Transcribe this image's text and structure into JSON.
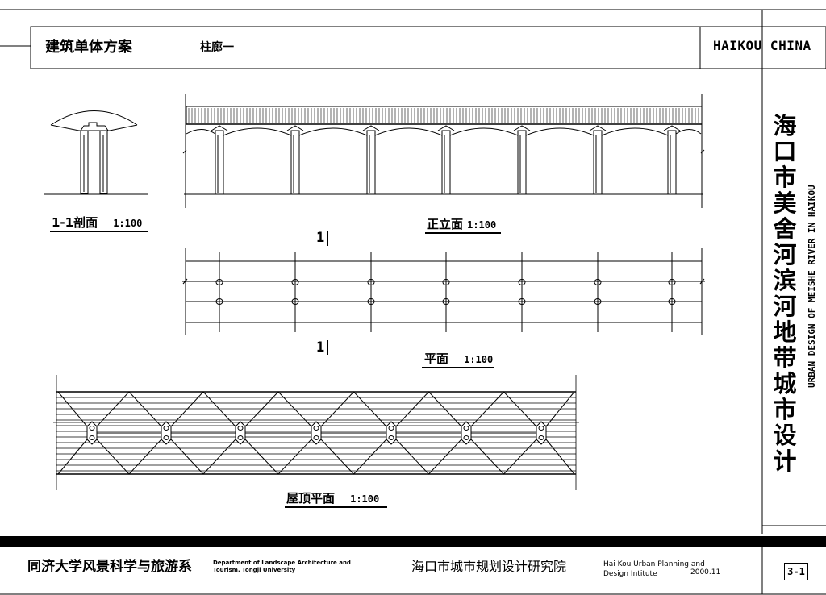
{
  "header": {
    "title": "建筑单体方案",
    "subtitle": "柱廊一",
    "location": "HAIKOU CHINA"
  },
  "project": {
    "title_cn_chars": [
      "海",
      "口",
      "市",
      "美",
      "舍",
      "河",
      "滨",
      "河",
      "地",
      "带",
      "城",
      "市",
      "设",
      "计"
    ],
    "title_en": "URBAN DESIGN OF MEISHE RIVER IN HAIKOU"
  },
  "drawings": {
    "section": {
      "title": "1-1剖面",
      "scale": "1:100"
    },
    "elevation": {
      "title": "正立面",
      "scale": "1:100"
    },
    "plan": {
      "title": "平面",
      "scale": "1:100"
    },
    "roof_plan": {
      "title": "屋顶平面",
      "scale": "1:100"
    },
    "cut_mark_top": "1",
    "cut_mark_bottom": "1"
  },
  "footer": {
    "school": "同济大学风景科学与旅游系",
    "department_en": "Department of Landscape Architecture and Tourism, Tongji University",
    "institute": "海口市城市规划设计研究院",
    "institute_en": "Hai Kou Urban Planning and Design Intitute",
    "date": "2000.11",
    "page": "3-1"
  }
}
